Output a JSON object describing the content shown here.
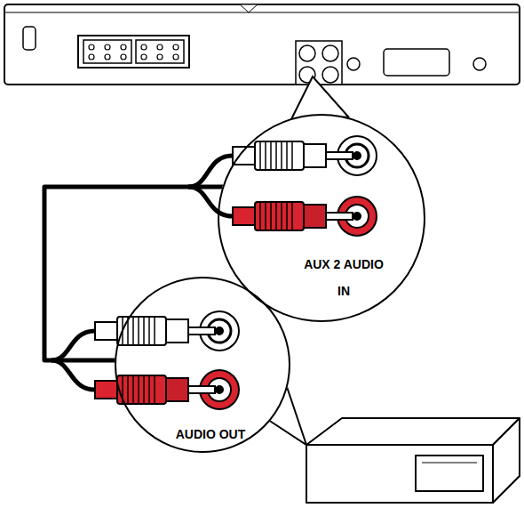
{
  "diagram": {
    "nodes": [
      {
        "text": [
          "AUX 2 AUDIO IN"
        ]
      },
      {
        "text": [
          "AUDIO OUT"
        ]
      }
    ],
    "edges": [
      {
        "from": 1,
        "to": 0,
        "arrow": "none"
      }
    ]
  }
}
